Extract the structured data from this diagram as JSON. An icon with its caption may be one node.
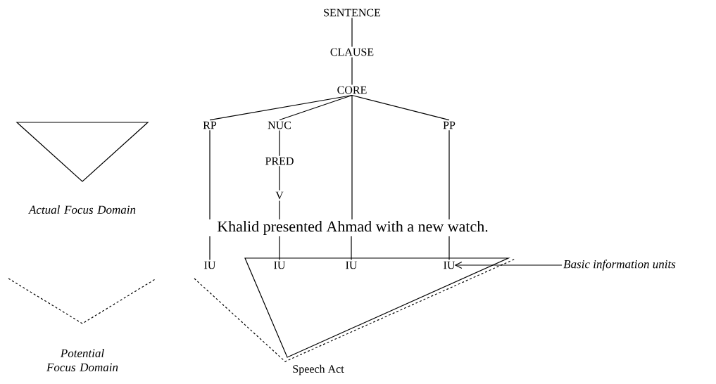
{
  "diagram": {
    "nodes": [
      {
        "text": [
          "SENTENCE"
        ]
      },
      {
        "text": [
          "CLAUSE"
        ]
      },
      {
        "text": [
          "CORE"
        ]
      },
      {
        "text": [
          "RP"
        ]
      },
      {
        "text": [
          "NUC"
        ]
      },
      {
        "text": [
          "PP"
        ]
      },
      {
        "text": [
          "PRED"
        ]
      },
      {
        "text": [
          "V"
        ]
      },
      {
        "text": [
          "Khalid presented Ahmad with a new watch."
        ]
      },
      {
        "text": [
          "IU"
        ]
      },
      {
        "text": [
          "IU"
        ]
      },
      {
        "text": [
          "IU"
        ]
      },
      {
        "text": [
          "IU"
        ]
      },
      {
        "text": [
          "Speech Act"
        ]
      },
      {
        "text": [
          "Basic information units"
        ]
      }
    ],
    "edges": [
      {
        "from": 0,
        "to": 1,
        "arrow": "none"
      },
      {
        "from": 1,
        "to": 2,
        "arrow": "none"
      },
      {
        "from": 2,
        "to": 3,
        "arrow": "none"
      },
      {
        "from": 2,
        "to": 4,
        "arrow": "none"
      },
      {
        "from": 2,
        "to": 8,
        "arrow": "none"
      },
      {
        "from": 2,
        "to": 5,
        "arrow": "none"
      },
      {
        "from": 4,
        "to": 6,
        "arrow": "none"
      },
      {
        "from": 6,
        "to": 7,
        "arrow": "none"
      },
      {
        "from": 3,
        "to": 8,
        "arrow": "none"
      },
      {
        "from": 7,
        "to": 8,
        "arrow": "none"
      },
      {
        "from": 5,
        "to": 8,
        "arrow": "none"
      },
      {
        "from": 8,
        "to": 9,
        "arrow": "none"
      },
      {
        "from": 8,
        "to": 10,
        "arrow": "none"
      },
      {
        "from": 8,
        "to": 11,
        "arrow": "none"
      },
      {
        "from": 8,
        "to": 12,
        "arrow": "none"
      },
      {
        "from": 14,
        "to": 12,
        "arrow": "to"
      }
    ],
    "legend": [
      {
        "text": "Actual Focus Domain"
      },
      {
        "text": "Potential Focus Domain"
      }
    ]
  }
}
